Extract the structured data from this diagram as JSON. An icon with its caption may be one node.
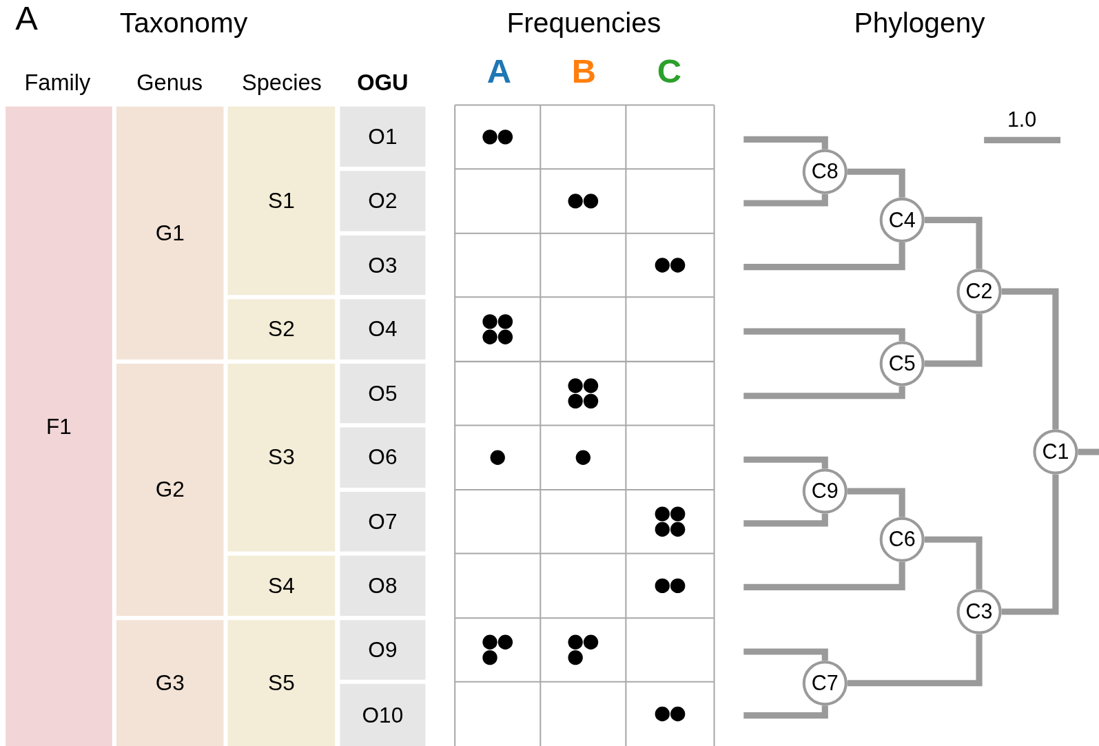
{
  "diagram": {
    "nodes": [
      {
        "text": [
          "F1"
        ]
      },
      {
        "text": [
          "G1"
        ]
      },
      {
        "text": [
          "G2"
        ]
      },
      {
        "text": [
          "G3"
        ]
      },
      {
        "text": [
          "S1"
        ]
      },
      {
        "text": [
          "S2"
        ]
      },
      {
        "text": [
          "S3"
        ]
      },
      {
        "text": [
          "S4"
        ]
      },
      {
        "text": [
          "S5"
        ]
      },
      {
        "text": [
          "O1"
        ]
      },
      {
        "text": [
          "O2"
        ]
      },
      {
        "text": [
          "O3"
        ]
      },
      {
        "text": [
          "O4"
        ]
      },
      {
        "text": [
          "O5"
        ]
      },
      {
        "text": [
          "O6"
        ]
      },
      {
        "text": [
          "O7"
        ]
      },
      {
        "text": [
          "O8"
        ]
      },
      {
        "text": [
          "O9"
        ]
      },
      {
        "text": [
          "O10"
        ]
      },
      {
        "text": [
          "C1"
        ]
      },
      {
        "text": [
          "C2"
        ]
      },
      {
        "text": [
          "C3"
        ]
      },
      {
        "text": [
          "C4"
        ]
      },
      {
        "text": [
          "C5"
        ]
      },
      {
        "text": [
          "C6"
        ]
      },
      {
        "text": [
          "C7"
        ]
      },
      {
        "text": [
          "C8"
        ]
      },
      {
        "text": [
          "C9"
        ]
      }
    ],
    "edges": [
      {
        "from": 19,
        "to": 20,
        "arrow": "none"
      },
      {
        "from": 19,
        "to": 21,
        "arrow": "none"
      },
      {
        "from": 20,
        "to": 22,
        "arrow": "none"
      },
      {
        "from": 20,
        "to": 23,
        "arrow": "none"
      },
      {
        "from": 21,
        "to": 24,
        "arrow": "none"
      },
      {
        "from": 21,
        "to": 25,
        "arrow": "none"
      },
      {
        "from": 22,
        "to": 26,
        "arrow": "none"
      },
      {
        "from": 24,
        "to": 27,
        "arrow": "none"
      },
      {
        "from": 19,
        "to": null,
        "arrow": "none"
      },
      {
        "from": 26,
        "to": null,
        "arrow": "none"
      },
      {
        "from": 26,
        "to": null,
        "arrow": "none"
      },
      {
        "from": 22,
        "to": null,
        "arrow": "none"
      },
      {
        "from": 23,
        "to": null,
        "arrow": "none"
      },
      {
        "from": 23,
        "to": null,
        "arrow": "none"
      },
      {
        "from": 27,
        "to": null,
        "arrow": "none"
      },
      {
        "from": 27,
        "to": null,
        "arrow": "none"
      },
      {
        "from": 24,
        "to": null,
        "arrow": "none"
      },
      {
        "from": 25,
        "to": null,
        "arrow": "none"
      },
      {
        "from": 25,
        "to": null,
        "arrow": "none"
      }
    ],
    "labels": [
      "A",
      "Taxonomy",
      "Frequencies",
      "Phylogeny",
      "Family",
      "Genus",
      "Species",
      "OGU",
      "A",
      "B",
      "C",
      "1.0"
    ]
  }
}
